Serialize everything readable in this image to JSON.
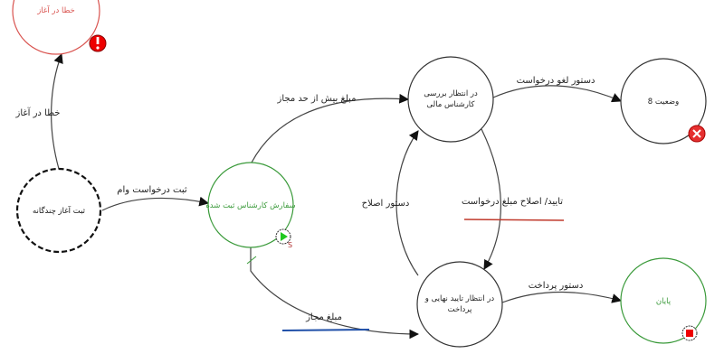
{
  "states": {
    "error_start": {
      "label": "خطا در آغاز",
      "color": "#d9534f"
    },
    "multi_start": {
      "label": "ثبت آغاز چندگانه",
      "color": "#111111"
    },
    "expert_registered": {
      "label": "سفارش کارشناس ثبت شده",
      "color": "#3a9a3a"
    },
    "financial_review": {
      "line1": "در انتظار بررسی",
      "line2": "کارشناس مالی",
      "color": "#222222"
    },
    "state8": {
      "label": "وضعیت 8",
      "color": "#222222"
    },
    "final_approval": {
      "line1": "در انتظار تایید نهایی و",
      "line2": "پرداخت",
      "color": "#222222"
    },
    "end": {
      "label": "پایان",
      "color": "#3a9a3a"
    }
  },
  "transitions": {
    "start_error": "خطا در آغاز",
    "register_loan": "ثبت درخواست وام",
    "over_limit": "مبلغ بیش از حد مجاز",
    "cancel_request": "دستور لغو درخواست",
    "approve_amend": "تایید/ اصلاح مبلغ درخواست",
    "amend_order": "دستور اصلاح",
    "allowed_amount": "مبلغ مجاز",
    "payment_order": "دستور پرداخت"
  },
  "badges": {
    "start_badge_letter": "S"
  }
}
